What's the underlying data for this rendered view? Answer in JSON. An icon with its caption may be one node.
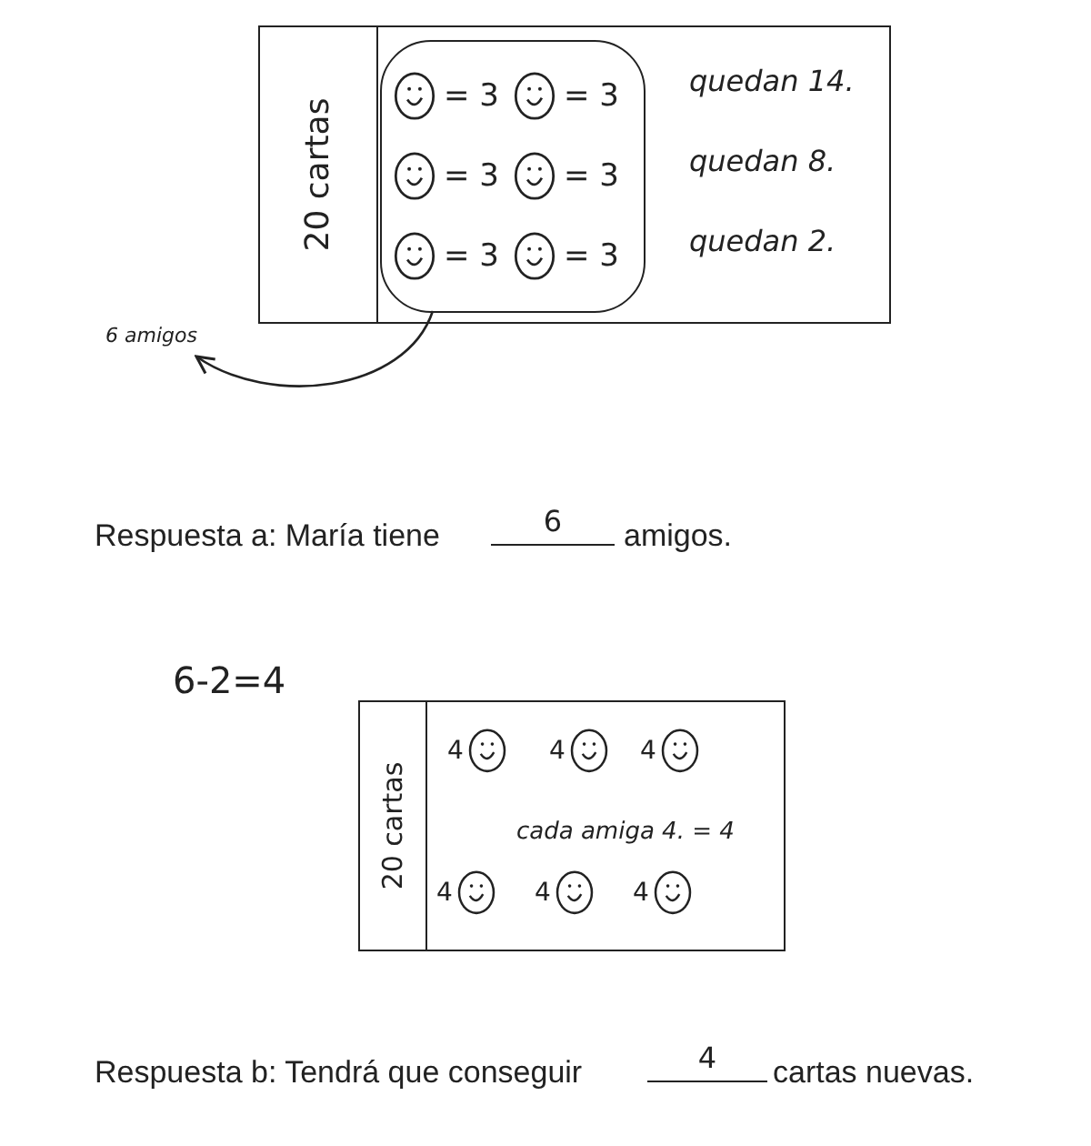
{
  "diagram": {
    "nodes": [
      {
        "text": [
          "quedan 14.",
          "quedan 8.",
          "quedan 2."
        ]
      },
      {
        "text": [
          "20 cartas"
        ],
        "in": 0
      },
      {
        "text": [
          "= 3",
          "= 3",
          "= 3",
          "= 3",
          "= 3",
          "= 3"
        ],
        "in": 0
      },
      {
        "text": [
          "6 amigos"
        ]
      },
      {
        "text": [
          "4",
          "4",
          "4",
          "cada amiga 4. = 4",
          "4",
          "4",
          "4"
        ]
      },
      {
        "text": [
          "20 cartas"
        ],
        "in": 4
      }
    ],
    "edges": [
      {
        "from": 2,
        "to": 3,
        "arrow": "to"
      }
    ],
    "labels": [
      "Respuesta a: María tiene",
      "6",
      "amigos.",
      "6-2=4",
      "Respuesta b: Tendrá que conseguir",
      "4",
      "cartas nuevas."
    ]
  }
}
